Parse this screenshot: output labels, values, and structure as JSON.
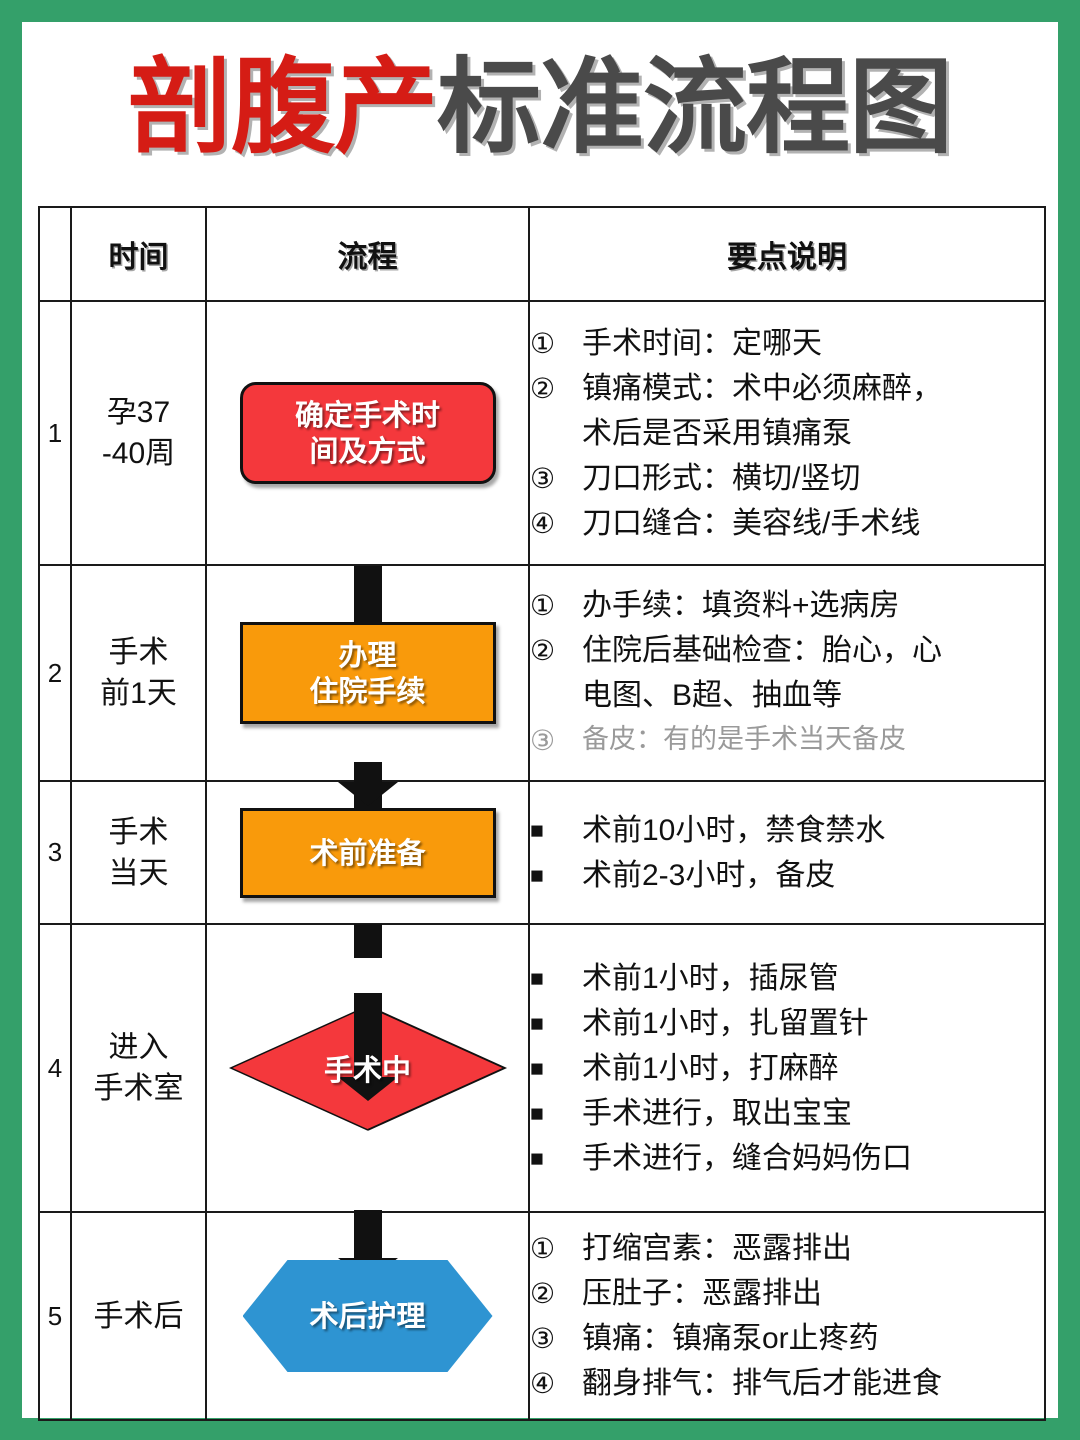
{
  "title": {
    "red": "剖腹产",
    "gray": "标准流程图"
  },
  "colors": {
    "background_green": "#34a06a",
    "card_white": "#ffffff",
    "title_red": "#d51c15",
    "title_gray": "#4a4a4a",
    "shape_red": "#f4383c",
    "shape_orange": "#f99a0b",
    "shape_blue": "#2e94d2",
    "border_black": "#1a1a1a",
    "muted_gray": "#9a9a9a"
  },
  "table": {
    "headers": {
      "num": "",
      "time": "时间",
      "flow": "流程",
      "notes": "要点说明"
    },
    "rows": [
      {
        "num": "1",
        "time": "孕37\n-40周",
        "flow": {
          "label": "确定手术时\n间及方式",
          "shape": "rounded-rect",
          "color": "#f4383c"
        },
        "notes": [
          {
            "marker": "①",
            "text": "手术时间：定哪天",
            "style": "normal"
          },
          {
            "marker": "②",
            "text": "镇痛模式：术中必须麻醉，",
            "style": "normal"
          },
          {
            "marker": "",
            "text": "术后是否采用镇痛泵",
            "style": "continuation"
          },
          {
            "marker": "③",
            "text": "刀口形式：横切/竖切",
            "style": "normal"
          },
          {
            "marker": "④",
            "text": "刀口缝合：美容线/手术线",
            "style": "normal"
          }
        ]
      },
      {
        "num": "2",
        "time": "手术\n前1天",
        "flow": {
          "label": "办理\n住院手续",
          "shape": "rect",
          "color": "#f99a0b"
        },
        "notes": [
          {
            "marker": "①",
            "text": "办手续：填资料+选病房",
            "style": "normal"
          },
          {
            "marker": "②",
            "text": "住院后基础检查：胎心，心",
            "style": "normal"
          },
          {
            "marker": "",
            "text": "电图、B超、抽血等",
            "style": "continuation"
          },
          {
            "marker": "③",
            "text": "备皮：有的是手术当天备皮",
            "style": "muted"
          }
        ]
      },
      {
        "num": "3",
        "time": "手术\n当天",
        "flow": {
          "label": "术前准备",
          "shape": "rect",
          "color": "#f99a0b"
        },
        "notes": [
          {
            "marker": "■",
            "text": "术前10小时，禁食禁水",
            "style": "square"
          },
          {
            "marker": "■",
            "text": "术前2-3小时，备皮",
            "style": "square"
          }
        ]
      },
      {
        "num": "4",
        "time": "进入\n手术室",
        "flow": {
          "label": "手术中",
          "shape": "diamond",
          "color": "#f4383c"
        },
        "notes": [
          {
            "marker": "■",
            "text": "术前1小时，插尿管",
            "style": "square"
          },
          {
            "marker": "■",
            "text": "术前1小时，扎留置针",
            "style": "square"
          },
          {
            "marker": "■",
            "text": "术前1小时，打麻醉",
            "style": "square"
          },
          {
            "marker": "■",
            "text": "手术进行，取出宝宝",
            "style": "square"
          },
          {
            "marker": "■",
            "text": "手术进行，缝合妈妈伤口",
            "style": "square"
          }
        ]
      },
      {
        "num": "5",
        "time": "手术后",
        "flow": {
          "label": "术后护理",
          "shape": "hexagon",
          "color": "#2e94d2"
        },
        "notes": [
          {
            "marker": "①",
            "text": "打缩宫素：恶露排出",
            "style": "normal"
          },
          {
            "marker": "②",
            "text": "压肚子：恶露排出",
            "style": "normal"
          },
          {
            "marker": "③",
            "text": "镇痛：镇痛泵or止疼药",
            "style": "normal"
          },
          {
            "marker": "④",
            "text": "翻身排气：排气后才能进食",
            "style": "normal"
          }
        ]
      }
    ]
  }
}
